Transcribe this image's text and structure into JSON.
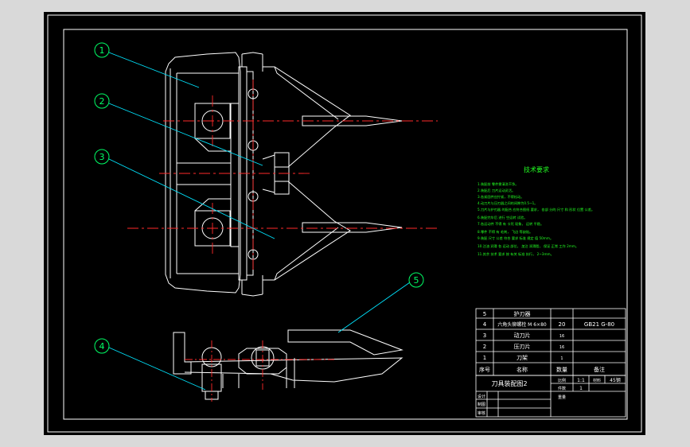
{
  "drawing": {
    "balloons": [
      "1",
      "2",
      "3",
      "4",
      "5"
    ],
    "tech_title": "技术要求",
    "tech_lines": [
      "1.装配前 零件需清洗干净。",
      "2.装配后 刀片运动灵活。",
      "3.各紧固件应拧紧，不得松动。",
      "4.动刀片与压刃器之间的间隙为0.5~1。",
      "5.刀片与护刃器 的配合 应符合图纸 要求， 各部 分的  尺寸 和 形状 位置 公差。",
      "6.装配完毕后 进行 空运转 试验。",
      "7.各运动件 不得 有 卡死 现象， 运转 平稳。",
      "8.零件 不得 有 毛刺， 飞边 等缺陷。",
      "9.装配 尺寸 公差 符合 要求 标准 规定 值 50mm。",
      "10.注油 润滑 各 运动 部位， 加注 润滑脂， 保证 正常 工作 2mm。",
      "11.其余 技术 要求 按 有关 标准 执行， 2~3mm。"
    ]
  },
  "bom": {
    "rows": [
      {
        "no": "5",
        "name": "护刃器",
        "qty": "",
        "note": ""
      },
      {
        "no": "4",
        "name": "六角头铆螺栓 M 6×80",
        "qty": "20",
        "note": "GB21 G-80"
      },
      {
        "no": "3",
        "name": "动刀片",
        "qty": "16",
        "note": ""
      },
      {
        "no": "2",
        "name": "压刃片",
        "qty": "16",
        "note": ""
      },
      {
        "no": "1",
        "name": "刀架",
        "qty": "1",
        "note": ""
      }
    ],
    "header": {
      "no": "序号",
      "name": "名称",
      "qty": "数量",
      "note": "备注"
    }
  },
  "title_block": {
    "name": "刀具装配图2",
    "scale_label": "比例",
    "scale": "1:1",
    "material_label": "材料",
    "material": "45钢",
    "sheet_label": "件数",
    "sheet": "1",
    "weight_label": "重量",
    "rows": [
      "设计",
      "制图",
      "审核"
    ]
  },
  "colors": {
    "background": "#000000",
    "paper_frame": "#ffffff",
    "centerline": "#ff2a2a",
    "leader": "#00e5ff",
    "tech_text": "#22ff22",
    "balloon": "#00ff66"
  }
}
